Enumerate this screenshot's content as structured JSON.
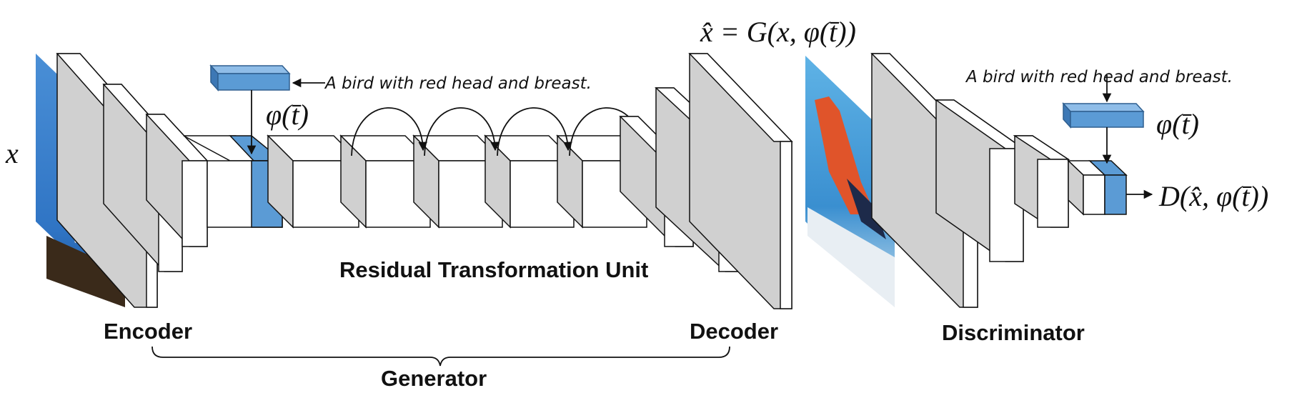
{
  "colors": {
    "embedding": "#5b9bd5",
    "embedding_stroke": "#2f5f8f",
    "side": "#d0d0d0",
    "face": "#ffffff",
    "line": "#111111"
  },
  "labels": {
    "encoder": "Encoder",
    "decoder": "Decoder",
    "residual_unit": "Residual Transformation Unit",
    "generator": "Generator",
    "discriminator": "Discriminator"
  },
  "captions": {
    "generator_text": "A bird with red head and breast.",
    "discriminator_text": "A bird with red head and breast."
  },
  "math": {
    "input": "x",
    "generator_output": "x̂ = G(x, φ(t̄))",
    "embedding_gen": "φ(t̄)",
    "embedding_disc": "φ(t̄)",
    "discriminator_output": "D(x̂, φ(t̄))"
  },
  "images": {
    "input_image": "bird-photo-icon",
    "output_image": "generated-bird-icon"
  }
}
